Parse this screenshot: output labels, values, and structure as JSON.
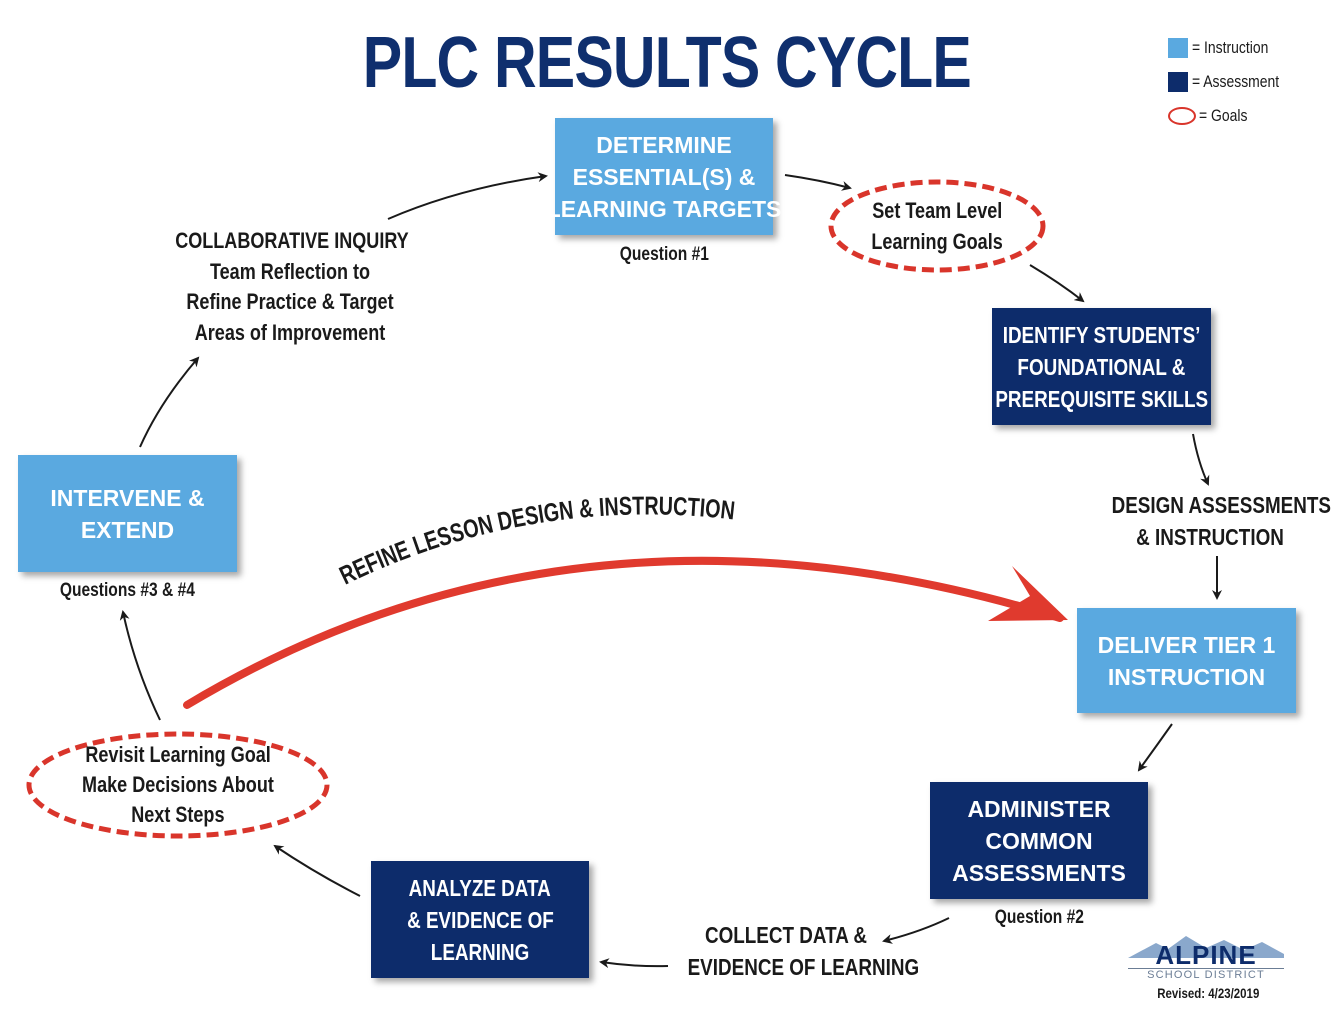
{
  "title": "PLC RESULTS CYCLE",
  "legend": {
    "instruction": "= Instruction",
    "assessment": "= Assessment",
    "goals": "= Goals"
  },
  "colors": {
    "instruction": "#5aa9e0",
    "assessment": "#0d2c6b",
    "goal_outline": "#d9352b",
    "title": "#0f2f6e"
  },
  "nodes": {
    "determine": {
      "lines": [
        "DETERMINE",
        "ESSENTIAL(S) &",
        "LEARNING TARGETS"
      ],
      "caption": "Question #1"
    },
    "set_goals": {
      "lines": [
        "Set Team Level",
        "Learning Goals"
      ]
    },
    "identify": {
      "lines": [
        "IDENTIFY STUDENTS’",
        "FOUNDATIONAL &",
        "PREREQUISITE SKILLS"
      ]
    },
    "design": {
      "lines": [
        "DESIGN ASSESSMENTS",
        "& INSTRUCTION"
      ]
    },
    "deliver": {
      "lines": [
        "DELIVER TIER 1",
        "INSTRUCTION"
      ]
    },
    "administer": {
      "lines": [
        "ADMINISTER",
        "COMMON",
        "ASSESSMENTS"
      ],
      "caption": "Question #2"
    },
    "collect": {
      "lines": [
        "COLLECT DATA &",
        "EVIDENCE OF LEARNING"
      ]
    },
    "analyze": {
      "lines": [
        "ANALYZE DATA",
        "& EVIDENCE OF",
        "LEARNING"
      ]
    },
    "revisit": {
      "lines": [
        "Revisit Learning Goal",
        "Make Decisions About",
        "Next Steps"
      ]
    },
    "intervene": {
      "lines": [
        "INTERVENE &",
        "EXTEND"
      ],
      "caption": "Questions #3 & #4"
    },
    "collab": {
      "lines": [
        "COLLABORATIVE INQUIRY",
        "Team Reflection to",
        "Refine Practice & Target",
        "Areas of Improvement"
      ]
    }
  },
  "refine_arc_label": "REFINE LESSON DESIGN & INSTRUCTION",
  "logo": {
    "name": "ALPINE",
    "sub": "SCHOOL DISTRICT"
  },
  "revised": "Revised: 4/23/2019"
}
